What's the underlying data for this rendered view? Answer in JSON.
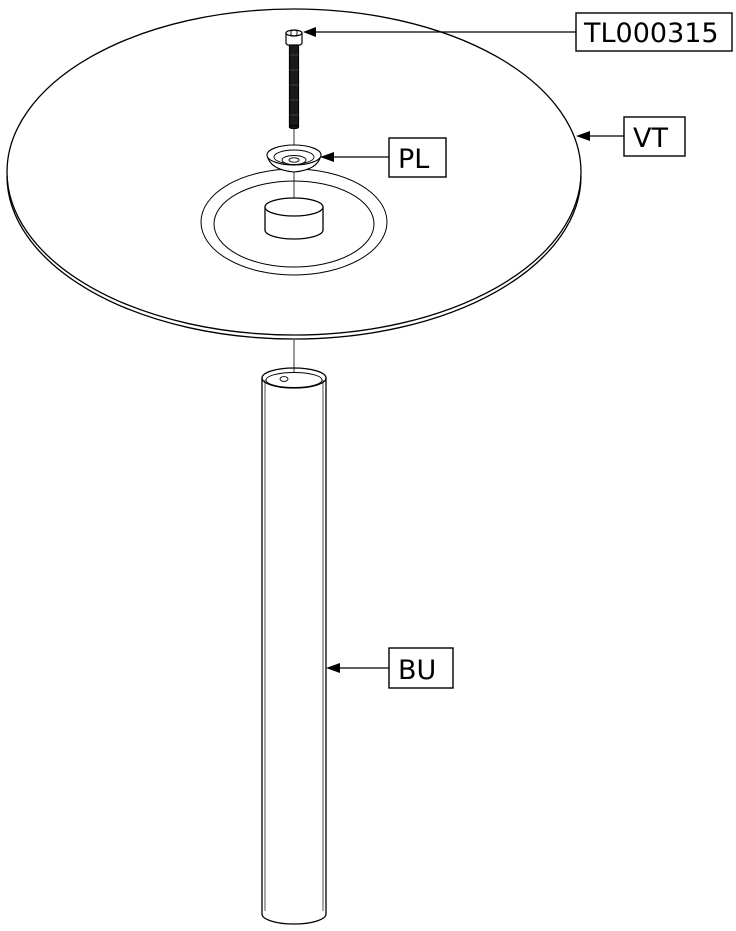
{
  "labels": {
    "screw": "TL000315",
    "tabletop": "VT",
    "plate": "PL",
    "column": "BU"
  },
  "colors": {
    "line": "#000000",
    "background": "#ffffff",
    "thin_line": "#444444"
  }
}
